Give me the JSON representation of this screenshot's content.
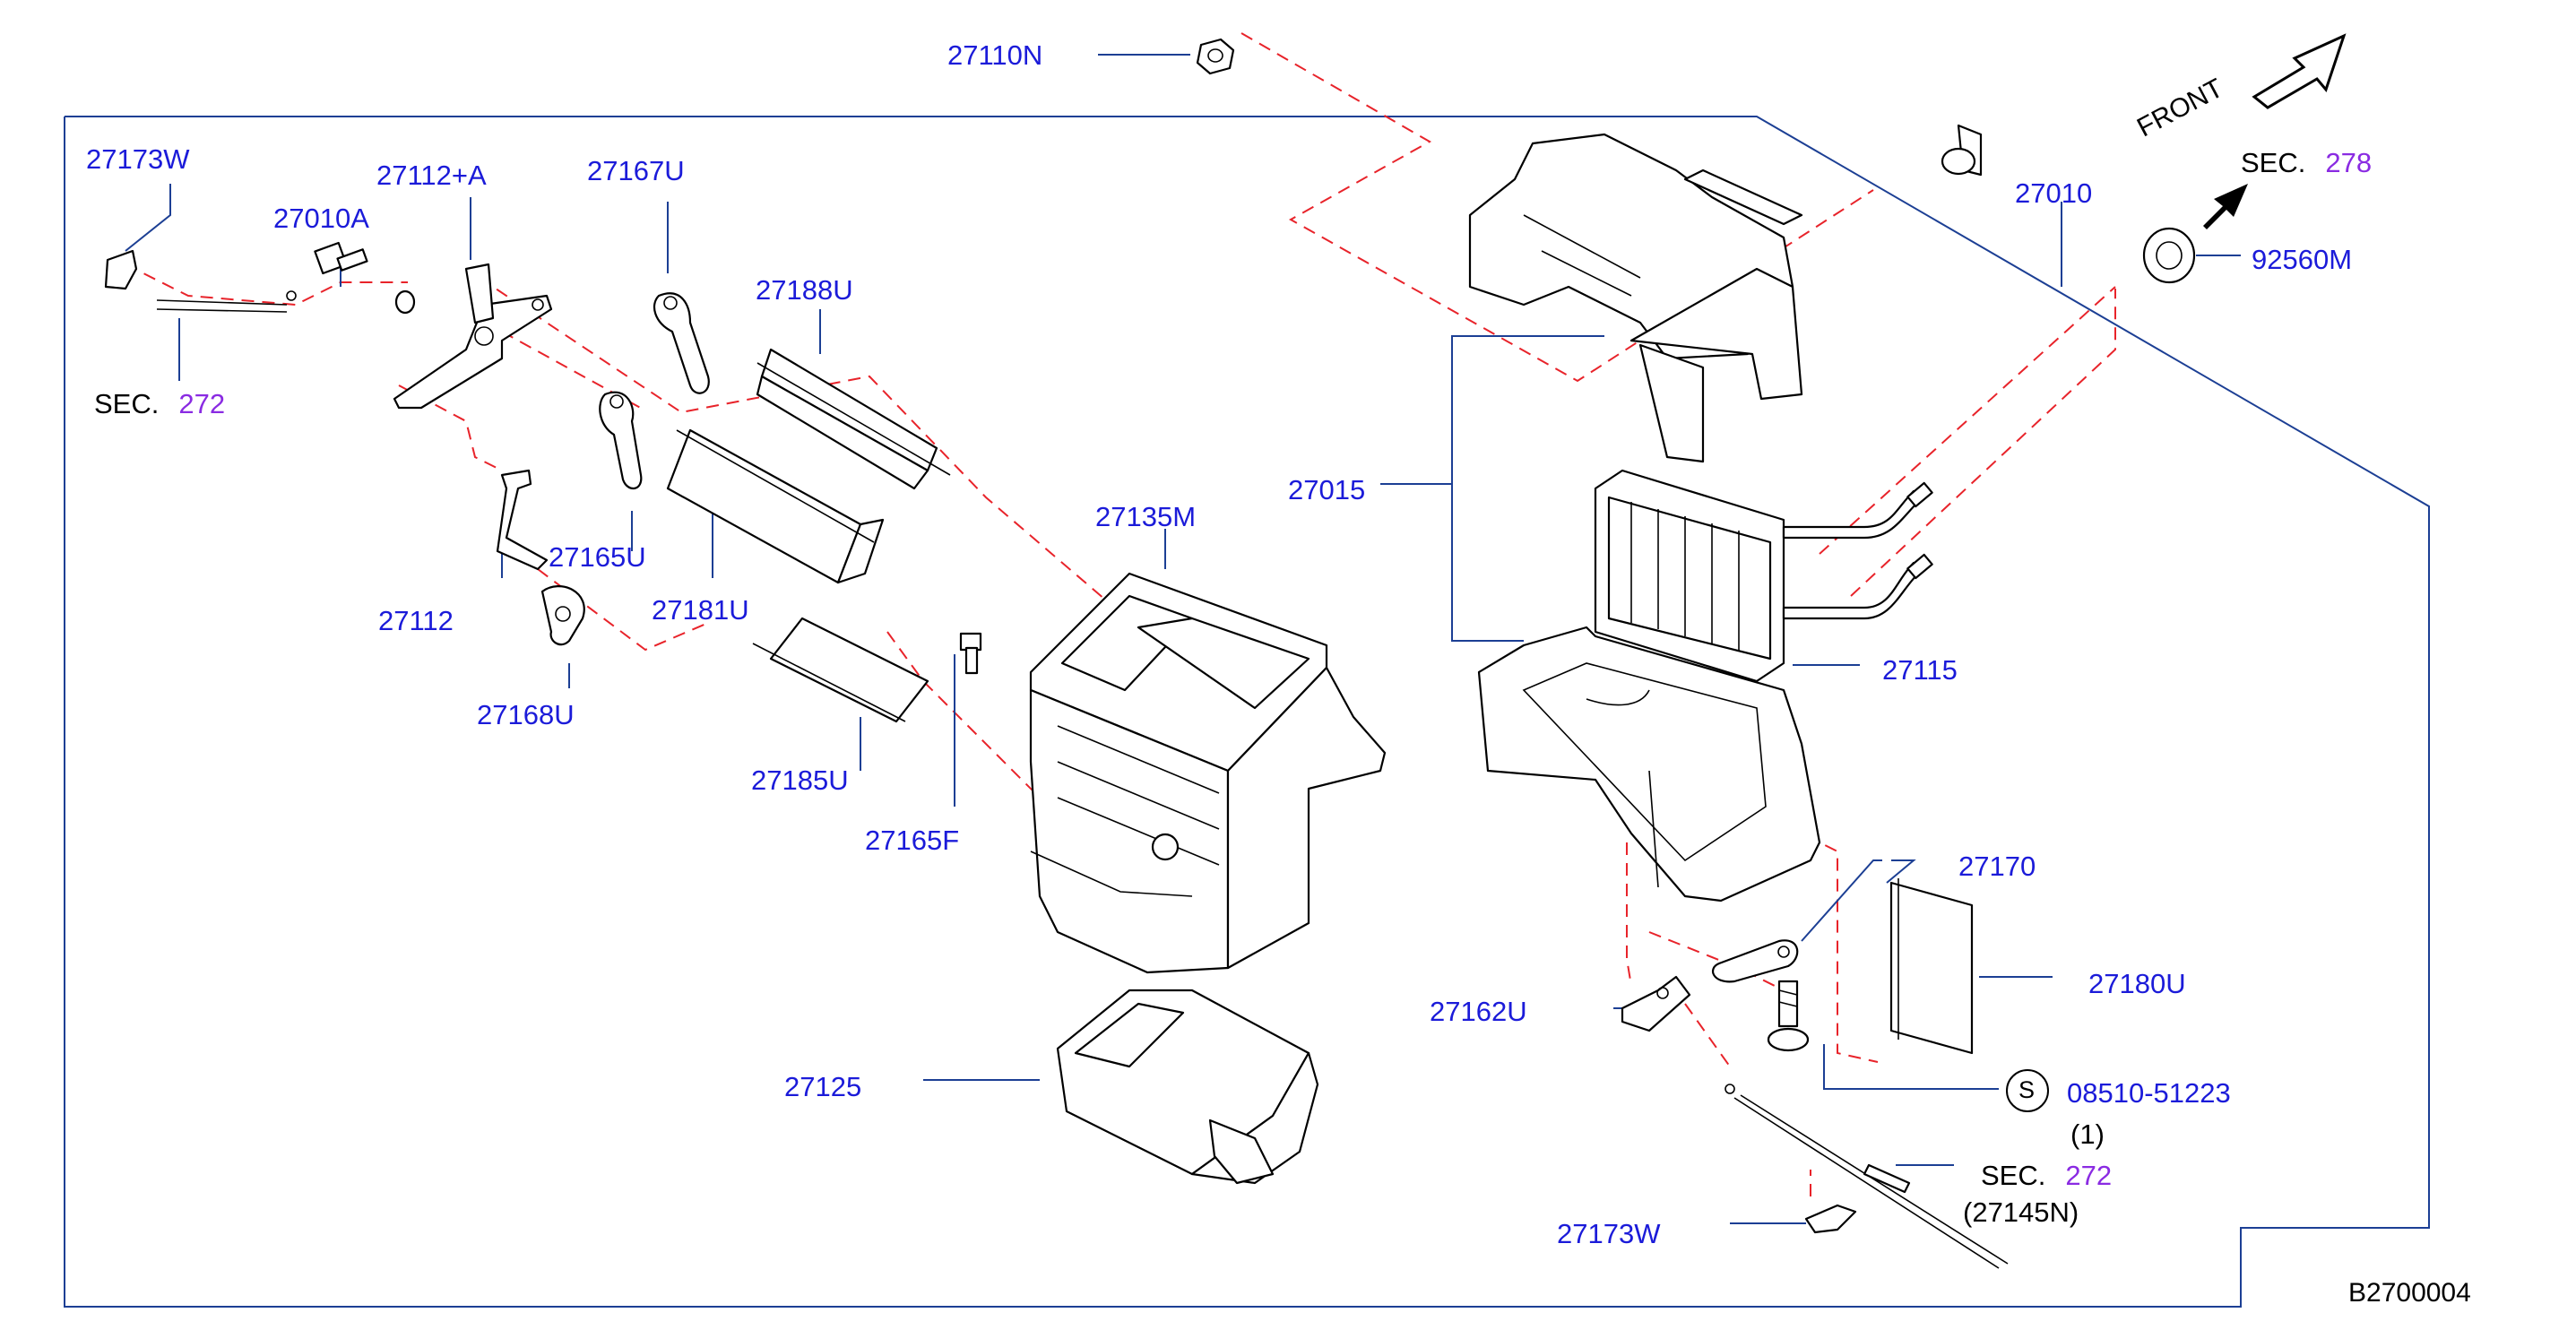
{
  "parts": {
    "p27110N": "27110N",
    "p27173W_top": "27173W",
    "p27112A": "27112+A",
    "p27167U": "27167U",
    "p27010A": "27010A",
    "p27188U": "27188U",
    "p27165U": "27165U",
    "p27181U": "27181U",
    "p27112": "27112",
    "p27168U": "27168U",
    "p27185U": "27185U",
    "p27165F": "27165F",
    "p27135M": "27135M",
    "p27125": "27125",
    "p27015": "27015",
    "p27010": "27010",
    "p92560M": "92560M",
    "p27115": "27115",
    "p27170": "27170",
    "p27180U": "27180U",
    "p27162U": "27162U",
    "p27173W_bot": "27173W",
    "p08510": "08510-51223",
    "p08510_qty": "(1)",
    "p27145N": "(27145N)"
  },
  "sections": {
    "sec_left": {
      "label": "SEC.",
      "number": "272"
    },
    "sec_278": {
      "label": "SEC.",
      "number": "278"
    },
    "sec_bottom": {
      "label": "SEC.",
      "number": "272"
    }
  },
  "front_label": "FRONT",
  "s_symbol": "S",
  "diagram_code": "B2700004",
  "colors": {
    "label_blue": "#1b1bd9",
    "section_purple": "#8a2be2",
    "leader_blue": "#1c3f94",
    "dash_red": "#e8232a"
  },
  "icons": [
    "front-arrow-icon",
    "direction-arrow-icon",
    "s-circle-icon"
  ]
}
